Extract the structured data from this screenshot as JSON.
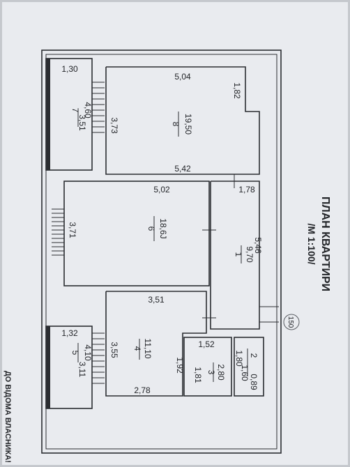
{
  "title": "ПЛАН КВАРТИРИ",
  "scale": "/М 1:100/",
  "note": "ДО ВІДОМА ВЛАСНИКА!",
  "stamp": "150",
  "colors": {
    "paper": "#e9ebef",
    "ink": "#2b2d31",
    "shadow": "#a9adb4"
  },
  "rooms": {
    "room8": {
      "number": "8",
      "area": "19,50",
      "top": "5,04",
      "side": "1,82",
      "left": "3,73",
      "bottom": "5,42"
    },
    "room6": {
      "number": "6",
      "area": "18,6J",
      "top": "5,02",
      "left": "3,71"
    },
    "room1": {
      "number": "1",
      "area": "9,70",
      "length": "5,46",
      "width": "1,78"
    },
    "room4": {
      "number": "4",
      "area": "11,10",
      "top": "3,51",
      "left": "3,55",
      "right": "1,92",
      "bottom": "2,78"
    },
    "room7": {
      "number": "7",
      "area": "4,60",
      "width": "1,30",
      "length": "3,51"
    },
    "room5": {
      "number": "5",
      "area": "4,10",
      "width": "1,32",
      "length": "3,11"
    },
    "room3": {
      "number": "3",
      "area": "2,80",
      "width": "1,52",
      "length": "1,81"
    },
    "room2": {
      "number": "2",
      "area": "1,60",
      "length": "1,80",
      "width": "0,89"
    }
  }
}
